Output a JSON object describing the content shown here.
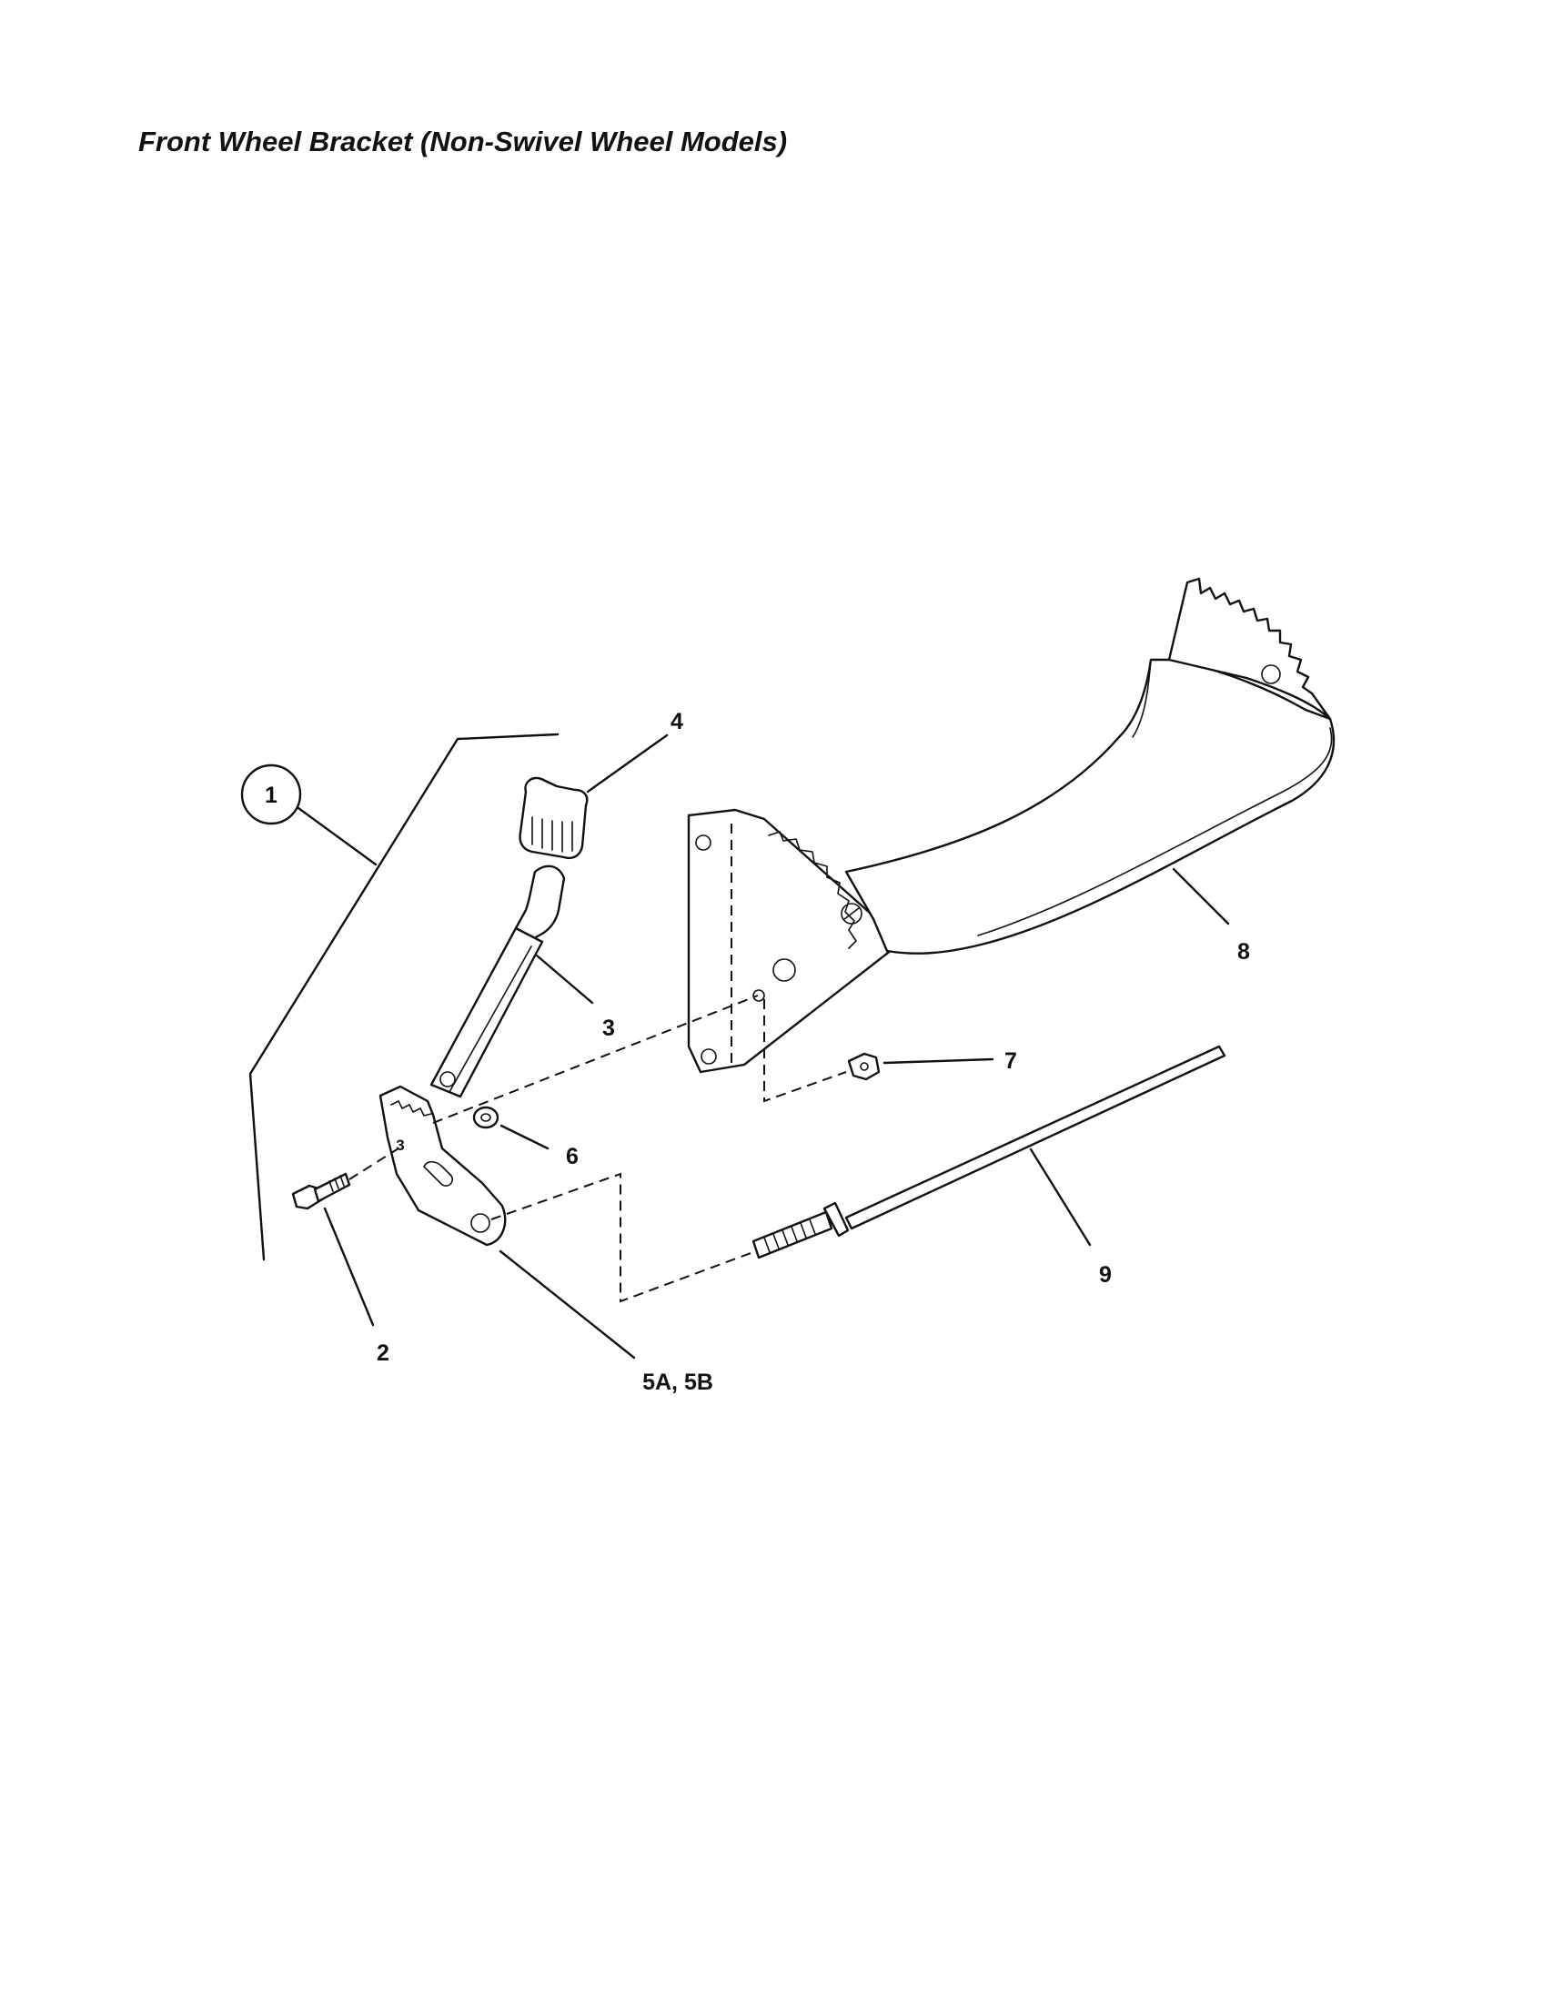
{
  "title": "Front Wheel Bracket (Non-Swivel Wheel Models)",
  "callouts": {
    "c1": "1",
    "c2": "2",
    "c3": "3",
    "c3_small": "3",
    "c4": "4",
    "c5": "5A, 5B",
    "c6": "6",
    "c7": "7",
    "c8": "8",
    "c9": "9"
  }
}
